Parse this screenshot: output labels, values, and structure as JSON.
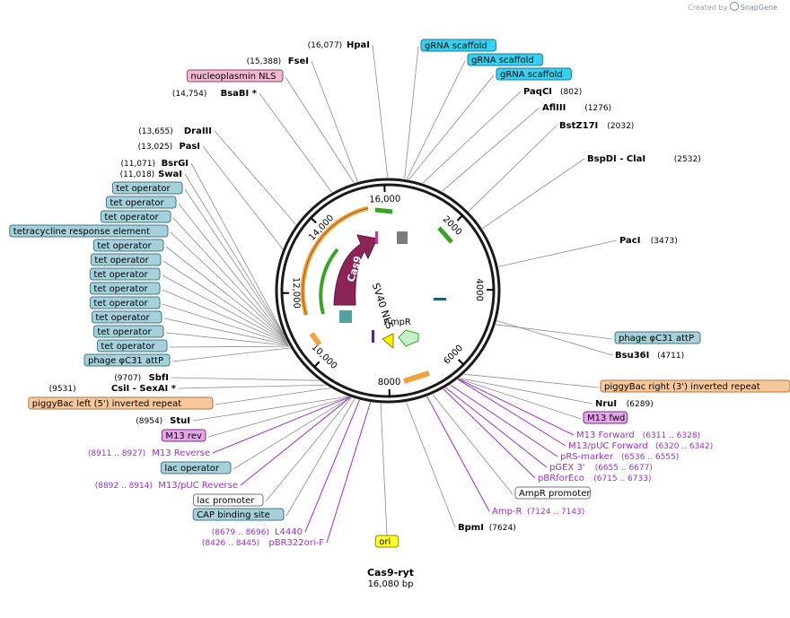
{
  "credit": {
    "prefix": "Created by",
    "brand": "SnapGene"
  },
  "plasmid": {
    "name": "Cas9-ryt",
    "length_label": "16,080 bp",
    "length": 16080
  },
  "ticks": [
    "2000",
    "4000",
    "6000",
    "8000",
    "10,000",
    "12,000",
    "14,000",
    "16,000"
  ],
  "colors": {
    "cut_site": "#000000",
    "primer": "#9b30c8",
    "backbone": "#1a1a1a"
  },
  "labels": [
    {
      "id": "hpai",
      "kind": "site",
      "name": "HpaI",
      "pos": "(16,077)"
    },
    {
      "id": "fsei",
      "kind": "site",
      "name": "FseI",
      "pos": "(15,388)"
    },
    {
      "id": "nucleoplasmin-nls",
      "kind": "feature",
      "name": "nucleoplasmin NLS",
      "fill": "#f0b8d2",
      "border": "#8a4466"
    },
    {
      "id": "bsabi",
      "kind": "site",
      "name": "BsaBI",
      "pos": "(14,754)",
      "suffix": "*"
    },
    {
      "id": "draiii",
      "kind": "site",
      "name": "DraIII",
      "pos": "(13,655)"
    },
    {
      "id": "pasi",
      "kind": "site",
      "name": "PasI",
      "pos": "(13,025)"
    },
    {
      "id": "bsrgi",
      "kind": "site",
      "name": "BsrGI",
      "pos": "(11,071)"
    },
    {
      "id": "swai",
      "kind": "site",
      "name": "SwaI",
      "pos": "(11,018)"
    },
    {
      "id": "tet-op-1",
      "kind": "feature",
      "name": "tet operator",
      "fill": "#a6d0da",
      "border": "#3f7a88"
    },
    {
      "id": "tet-op-2",
      "kind": "feature",
      "name": "tet operator",
      "fill": "#a6d0da",
      "border": "#3f7a88"
    },
    {
      "id": "tet-op-3",
      "kind": "feature",
      "name": "tet operator",
      "fill": "#a6d0da",
      "border": "#3f7a88"
    },
    {
      "id": "tre",
      "kind": "feature",
      "name": "tetracycline response element",
      "fill": "#a6d0da",
      "border": "#3f7a88"
    },
    {
      "id": "tet-op-4",
      "kind": "feature",
      "name": "tet operator",
      "fill": "#a6d0da",
      "border": "#3f7a88"
    },
    {
      "id": "tet-op-5",
      "kind": "feature",
      "name": "tet operator",
      "fill": "#a6d0da",
      "border": "#3f7a88"
    },
    {
      "id": "tet-op-6",
      "kind": "feature",
      "name": "tet operator",
      "fill": "#a6d0da",
      "border": "#3f7a88"
    },
    {
      "id": "tet-op-7",
      "kind": "feature",
      "name": "tet operator",
      "fill": "#a6d0da",
      "border": "#3f7a88"
    },
    {
      "id": "tet-op-8",
      "kind": "feature",
      "name": "tet operator",
      "fill": "#a6d0da",
      "border": "#3f7a88"
    },
    {
      "id": "tet-op-9",
      "kind": "feature",
      "name": "tet operator",
      "fill": "#a6d0da",
      "border": "#3f7a88"
    },
    {
      "id": "tet-op-10",
      "kind": "feature",
      "name": "tet operator",
      "fill": "#a6d0da",
      "border": "#3f7a88"
    },
    {
      "id": "tet-op-11",
      "kind": "feature",
      "name": "tet operator",
      "fill": "#a6d0da",
      "border": "#3f7a88"
    },
    {
      "id": "phic31-left",
      "kind": "feature",
      "name": "phage φC31 attP",
      "fill": "#a6d0da",
      "border": "#3f7a88"
    },
    {
      "id": "sbfi",
      "kind": "site",
      "name": "SbfI",
      "pos": "(9707)"
    },
    {
      "id": "csii-sexai",
      "kind": "site",
      "name": "CsiI",
      "name2": "SexAI",
      "pos": "(9531)",
      "suffix": "*"
    },
    {
      "id": "piggybac-left",
      "kind": "feature",
      "name": "piggyBac left (5') inverted repeat",
      "fill": "#f7c89b",
      "border": "#b5753e"
    },
    {
      "id": "stui",
      "kind": "site",
      "name": "StuI",
      "pos": "(8954)"
    },
    {
      "id": "m13-rev",
      "kind": "feature",
      "name": "M13 rev",
      "fill": "#e6a7ea",
      "border": "#7b2d85"
    },
    {
      "id": "m13-reverse",
      "kind": "primer",
      "name": "M13 Reverse",
      "pos": "(8911 .. 8927)"
    },
    {
      "id": "lac-operator",
      "kind": "feature",
      "name": "lac operator",
      "fill": "#a6d0da",
      "border": "#3f7a88"
    },
    {
      "id": "m13-puc-reverse",
      "kind": "primer",
      "name": "M13/pUC Reverse",
      "pos": "(8892 .. 8914)"
    },
    {
      "id": "lac-promoter",
      "kind": "feature",
      "name": "lac promoter",
      "fill": "#ffffff",
      "border": "#777777"
    },
    {
      "id": "cap-binding",
      "kind": "feature",
      "name": "CAP binding site",
      "fill": "#a6d0da",
      "border": "#3f7a88"
    },
    {
      "id": "l4440",
      "kind": "primer",
      "name": "L4440",
      "pos": "(8679 .. 8696)"
    },
    {
      "id": "pbr322ori-f",
      "kind": "primer",
      "name": "pBR322ori-F",
      "pos": "(8426 .. 8445)"
    },
    {
      "id": "ori",
      "kind": "feature",
      "name": "ori",
      "fill": "#ffff2e",
      "border": "#8a8a00"
    },
    {
      "id": "bpmi",
      "kind": "site",
      "name": "BpmI",
      "pos": "(7624)"
    },
    {
      "id": "amp-r",
      "kind": "primer",
      "name": "Amp-R",
      "pos": "(7124 .. 7143)"
    },
    {
      "id": "ampr-promoter",
      "kind": "feature",
      "name": "AmpR promoter",
      "fill": "#ffffff",
      "border": "#777777"
    },
    {
      "id": "pbrforeco",
      "kind": "primer",
      "name": "pBRforEco",
      "pos": "(6715 .. 6733)"
    },
    {
      "id": "pgex3",
      "kind": "primer",
      "name": "pGEX 3'",
      "pos": "(6655 .. 6677)"
    },
    {
      "id": "prs-marker",
      "kind": "primer",
      "name": "pRS-marker",
      "pos": "(6536 .. 6555)"
    },
    {
      "id": "m13-puc-forward",
      "kind": "primer",
      "name": "M13/pUC Forward",
      "pos": "(6320 .. 6342)"
    },
    {
      "id": "m13-forward",
      "kind": "primer",
      "name": "M13 Forward",
      "pos": "(6311 .. 6328)"
    },
    {
      "id": "m13-fwd",
      "kind": "feature",
      "name": "M13 fwd",
      "fill": "#e6a7ea",
      "border": "#7b2d85"
    },
    {
      "id": "nrui",
      "kind": "site",
      "name": "NruI",
      "pos": "(6289)"
    },
    {
      "id": "piggybac-right",
      "kind": "feature",
      "name": "piggyBac right (3') inverted repeat",
      "fill": "#f7c89b",
      "border": "#b5753e"
    },
    {
      "id": "bsu36i",
      "kind": "site",
      "name": "Bsu36I",
      "pos": "(4711)"
    },
    {
      "id": "phic31-right",
      "kind": "feature",
      "name": "phage φC31 attP",
      "fill": "#a6d0da",
      "border": "#3f7a88"
    },
    {
      "id": "paci",
      "kind": "site",
      "name": "PacI",
      "pos": "(3473)"
    },
    {
      "id": "bspdi-clai",
      "kind": "site",
      "name": "BspDI",
      "name2": "ClaI",
      "pos": "(2532)"
    },
    {
      "id": "bstz17i",
      "kind": "site",
      "name": "BstZ17I",
      "pos": "(2032)"
    },
    {
      "id": "afliii",
      "kind": "site",
      "name": "AflIII",
      "pos": "(1276)"
    },
    {
      "id": "paqci",
      "kind": "site",
      "name": "PaqCI",
      "pos": "(802)"
    },
    {
      "id": "grna-3",
      "kind": "feature",
      "name": "gRNA scaffold",
      "fill": "#38d0f0",
      "border": "#187a99"
    },
    {
      "id": "grna-2",
      "kind": "feature",
      "name": "gRNA scaffold",
      "fill": "#38d0f0",
      "border": "#187a99"
    },
    {
      "id": "grna-1",
      "kind": "feature",
      "name": "gRNA scaffold",
      "fill": "#38d0f0",
      "border": "#187a99"
    }
  ],
  "inner_labels": {
    "cas9": "Cas9",
    "sv40_nls": "SV40 NLS",
    "ampr": "AmpR"
  }
}
